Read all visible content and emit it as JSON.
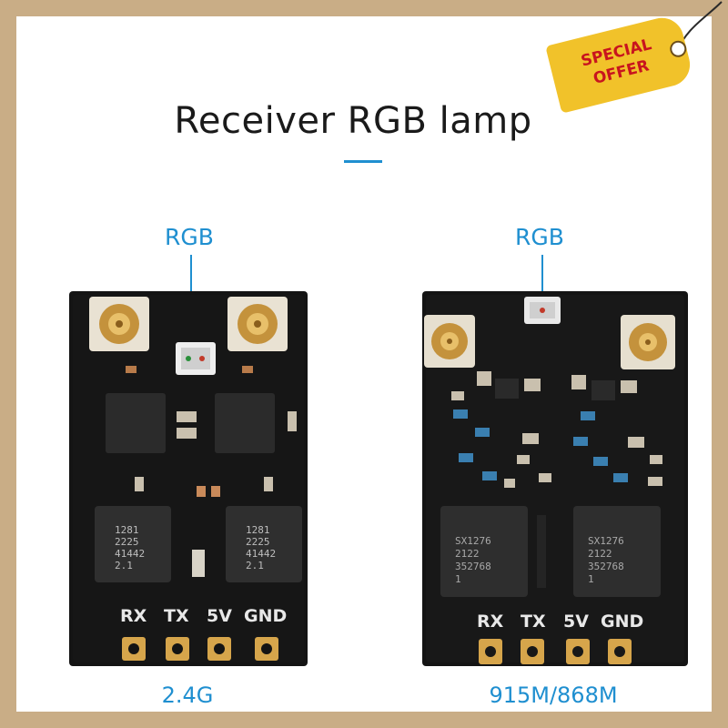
{
  "title": "Receiver RGB lamp",
  "badge": {
    "line1": "SPECIAL",
    "line2": "OFFER"
  },
  "receivers": [
    {
      "rgb_label": "RGB",
      "band": "2.4G",
      "pins": [
        "RX",
        "TX",
        "5V",
        "GND"
      ],
      "chip_text": [
        "1281",
        "2225",
        "41442",
        "2.1"
      ]
    },
    {
      "rgb_label": "RGB",
      "band": "915M/868M",
      "pins": [
        "RX",
        "TX",
        "5V",
        "GND"
      ],
      "chip_text": [
        "SX1276",
        "2122",
        "352768",
        "1"
      ]
    }
  ],
  "colors": {
    "accent": "#1f8fd0",
    "frame": "#c9ad86",
    "pcb": "#141414",
    "gold": "#d6a54b",
    "badge": "#f1c22a",
    "badge_text": "#c8141e"
  }
}
